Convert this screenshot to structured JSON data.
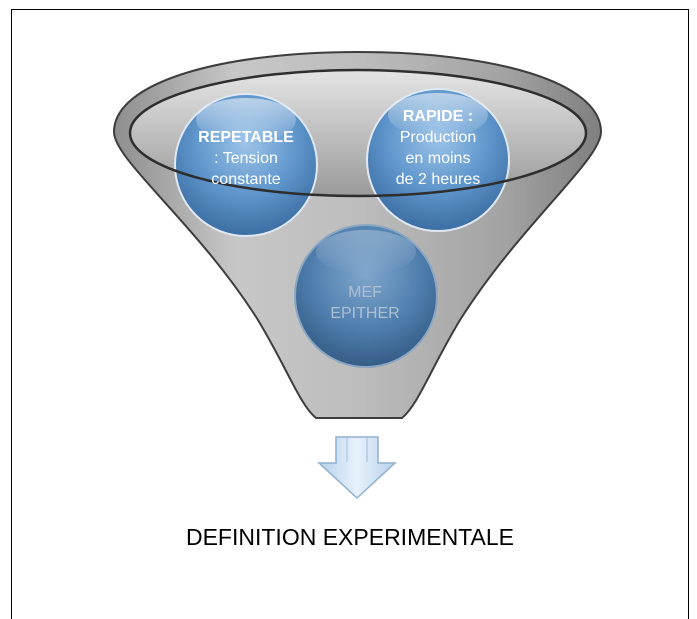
{
  "diagram": {
    "bubbles": {
      "left": {
        "title": "REPETABLE",
        "line1": ": Tension",
        "line2": "constante"
      },
      "right": {
        "title": "RAPIDE  :",
        "line1": "Production",
        "line2": "en moins",
        "line3": "de 2 heures"
      },
      "center": {
        "line1": "MEF",
        "line2": "EPITHER"
      }
    },
    "conclusion": "DEFINITION EXPERIMENTALE"
  },
  "colors": {
    "funnel": "#b4b4b4",
    "bubble": "#5b8fc4",
    "bubble_center": "#4d7aa8",
    "arrow": "#cfe2f3"
  }
}
